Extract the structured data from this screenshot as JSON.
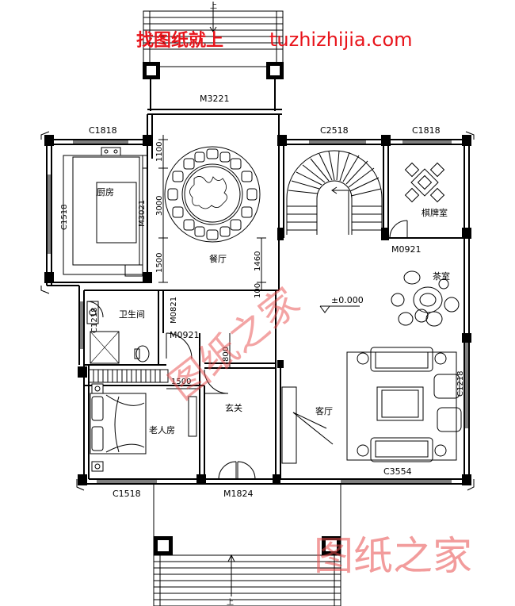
{
  "header": {
    "cn": "找图纸就上",
    "url": "tuzhizhijia.com"
  },
  "watermark": {
    "center": "图纸之家",
    "bottom": "图纸之家"
  },
  "rooms": {
    "kitchen": "厨房",
    "dining": "餐厅",
    "chess": "棋牌室",
    "tea": "茶室",
    "bath": "卫生间",
    "elder": "老人房",
    "foyer": "玄关",
    "living": "客厅"
  },
  "labels": {
    "m3221": "M3221",
    "c1818a": "C1818",
    "c2518": "C2518",
    "c1818b": "C1818",
    "m3021": "M3021",
    "c1518v": "C1518",
    "m0921a": "M0921",
    "m0821": "M0821",
    "m0921b": "M0921",
    "c1218": "C1218",
    "c1518": "C1518",
    "m1824": "M1824",
    "c3554": "C3554",
    "level": "±0.000",
    "up_top": "上",
    "up_bottom": "上",
    "c1218v": "C1218"
  },
  "dims": {
    "d1100": "1100",
    "d3000": "3000",
    "d1500v": "1500",
    "d1460": "1460",
    "d100": "100",
    "d800": "800",
    "d1500h": "1500"
  },
  "colors": {
    "wall": "#000000",
    "header": "#e8131a",
    "watermark": "#e84a4a"
  }
}
